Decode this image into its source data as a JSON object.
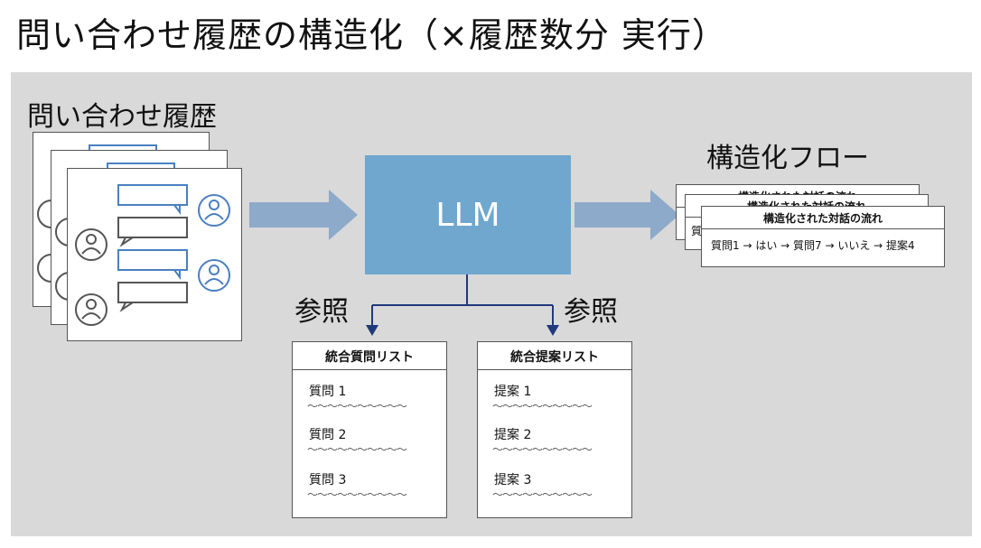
{
  "title": "問い合わせ履歴の構造化（×履歴数分 実行）",
  "history_label": "問い合わせ履歴",
  "llm_label": "LLM",
  "flow_label": "構造化フロー",
  "flow_card": {
    "title": "構造化された対話の流れ",
    "body": "質問1 → はい → 質問7 → いいえ → 提案4",
    "back_title": "構造化された対話の流れ",
    "back_body_prefix": "質"
  },
  "ref_left": "参照",
  "ref_right": "参照",
  "question_list": {
    "title": "統合質問リスト",
    "items": [
      "質問 1",
      "質問 2",
      "質問 3"
    ],
    "wave": "～～～～～～～～～～"
  },
  "proposal_list": {
    "title": "統合提案リスト",
    "items": [
      "提案 1",
      "提案 2",
      "提案 3"
    ],
    "wave": "～～～～～～～～～～"
  },
  "colors": {
    "llm_box": "#6fa7cf",
    "arrow": "#8eaacb",
    "connector": "#1f3a7a",
    "bubble_border": "#4a7fc0",
    "panel": "#d9d9d9"
  }
}
